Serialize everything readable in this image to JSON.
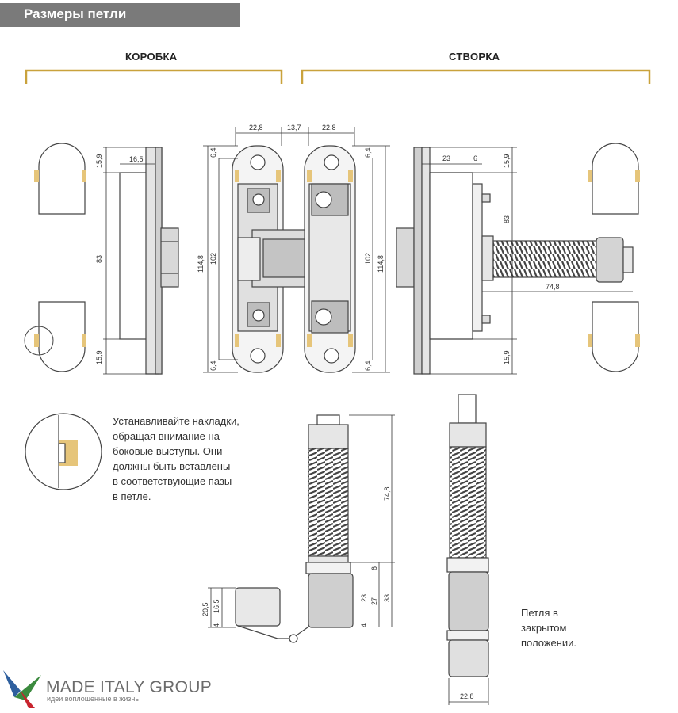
{
  "header": {
    "title": "Размеры петли"
  },
  "sections": {
    "left": "КОРОБКА",
    "right": "СТВОРКА"
  },
  "dimensions": {
    "d22_8": "22,8",
    "d13_7": "13,7",
    "d16_5": "16,5",
    "d15_9": "15,9",
    "d83": "83",
    "d114_8": "114,8",
    "d102": "102",
    "d6_4": "6,4",
    "d23": "23",
    "d6": "6",
    "d74_8": "74,8",
    "d20_5": "20,5",
    "d4": "4",
    "d27": "27",
    "d33": "33"
  },
  "notes": {
    "install_lines": [
      "Устанавливайте накладки,",
      "обращая внимание на",
      "боковые выступы. Они",
      "должны быть вставлены",
      "в соответствующие пазы",
      "в петле."
    ],
    "closed_lines": [
      "Петля в",
      "закрытом",
      "положении."
    ]
  },
  "logo": {
    "name": "MADE ITALY GROUP",
    "tagline": "идеи воплощенные в жизнь"
  },
  "colors": {
    "accent": "#c9a23c",
    "header": "#7a7a7a"
  }
}
